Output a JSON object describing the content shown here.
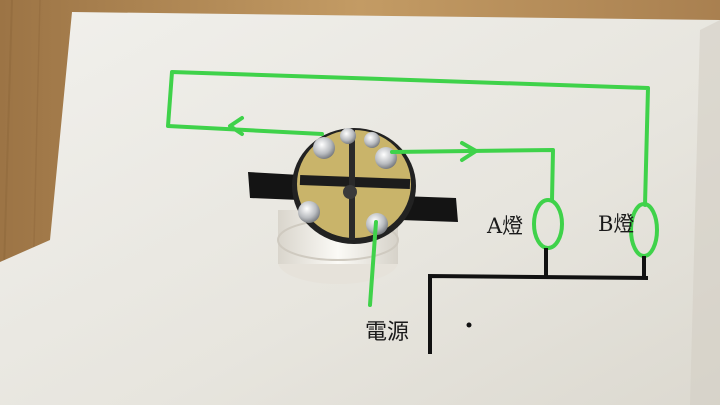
{
  "labels": {
    "lamp_a": "A燈",
    "lamp_b": "B燈",
    "power": "電源"
  },
  "colors": {
    "wire_green": "#3fd24a",
    "wire_black": "#111111",
    "paper": "#eceae3",
    "wood": "#b08a5a",
    "switch_base": "#f2efe8",
    "switch_plate": "#c9b46a"
  },
  "icons": {
    "flow_arrow": "arrow-head-icon"
  }
}
